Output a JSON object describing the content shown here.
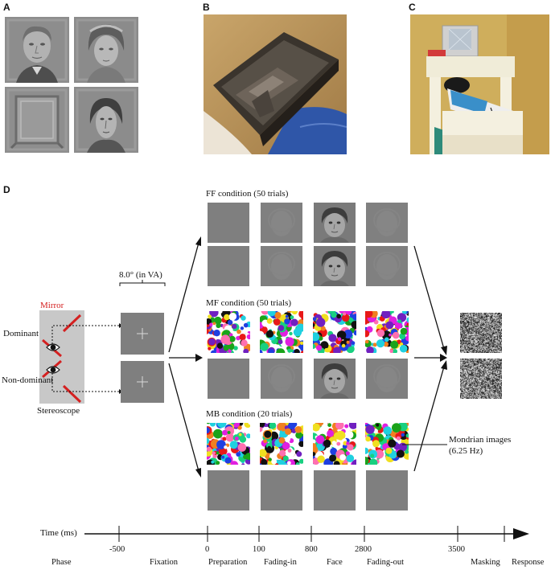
{
  "panels": {
    "a": "A",
    "b": "B",
    "c": "C",
    "d": "D"
  },
  "conditions": {
    "ff": "FF condition (50 trials)",
    "mf": "MF condition (50 trials)",
    "mb": "MB condition (20 trials)"
  },
  "stereoscope": {
    "mirror": "Mirror",
    "dominant": "Dominant",
    "non_dominant": "Non-dominant",
    "stereoscope": "Stereoscope",
    "size": "8.0° (in VA)"
  },
  "mondrian_label": {
    "line1": "Mondrian images",
    "line2": "(6.25 Hz)"
  },
  "timeline": {
    "title": "Time (ms)",
    "ticks": [
      "-500",
      "0",
      "100",
      "800",
      "2800",
      "3500"
    ],
    "phase_label": "Phase",
    "phases": [
      "Fixation",
      "Preparation",
      "Fading-in",
      "Face",
      "Fading-out",
      "Masking",
      "Response"
    ]
  },
  "colors": {
    "mirror": "#d42020",
    "stereo_bg": "#c8c8c8",
    "screen_gray": "#7f7f7f"
  }
}
